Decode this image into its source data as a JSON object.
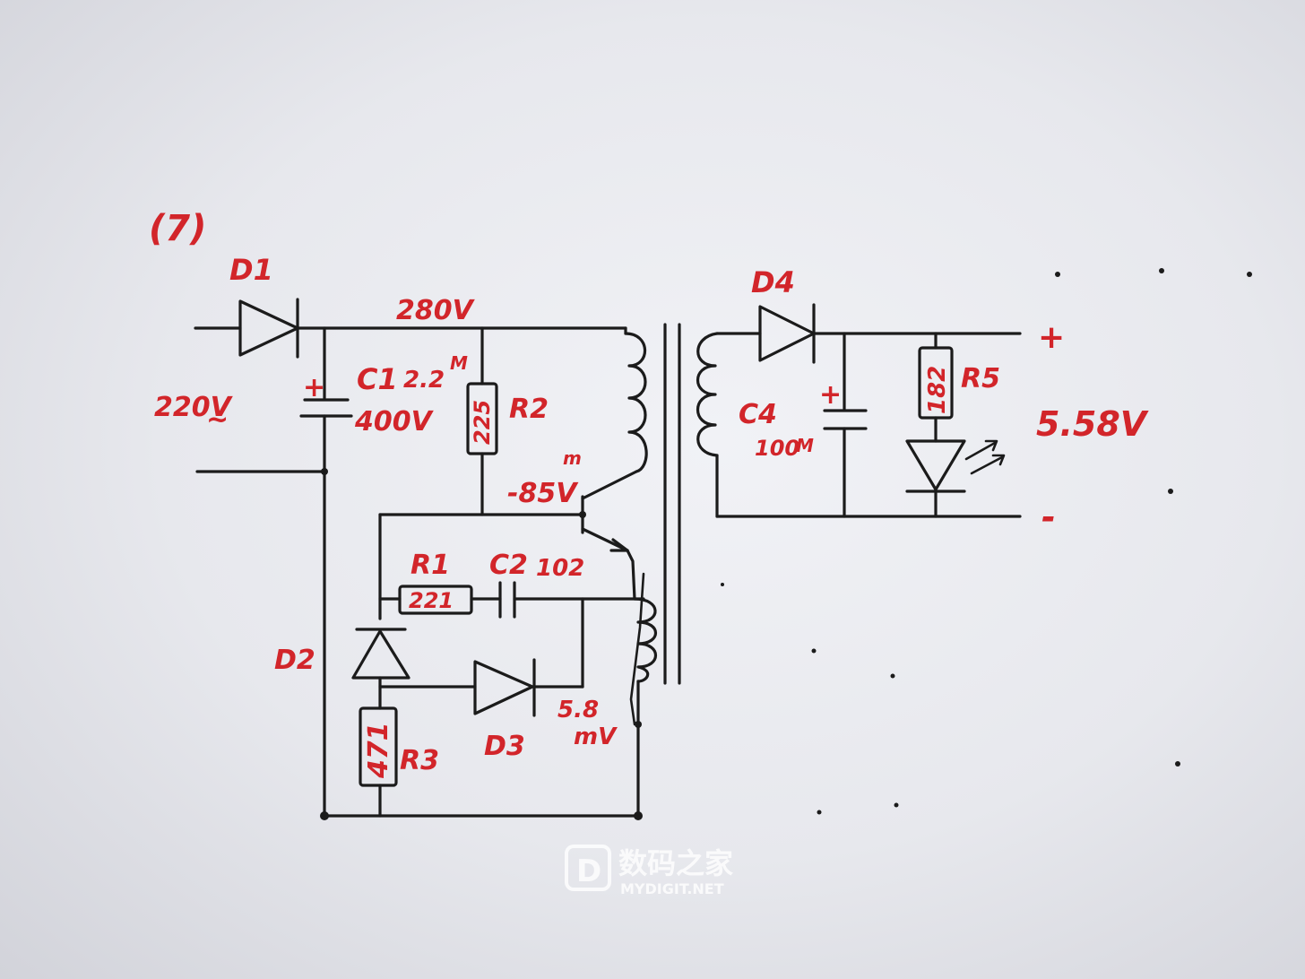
{
  "diagram": {
    "figure_number": "(7)",
    "input_voltage": "220V",
    "input_ac_symbol": "~",
    "labels": {
      "d1": "D1",
      "v280": "280V",
      "c1": "C1",
      "c1_value": "2.2",
      "c1_unit": "M",
      "c1_voltage": "400V",
      "r2": "R2",
      "r2_value": "225",
      "vm85": "-85V",
      "m_mark": "m",
      "r1": "R1",
      "r1_value": "221",
      "c2": "C2",
      "c2_value": "102",
      "d2": "D2",
      "d3": "D3",
      "r3": "R3",
      "r3_value": "471",
      "v58": "5.8",
      "v58_unit": "mV",
      "d4": "D4",
      "c4": "C4",
      "c4_value": "100",
      "c4_unit": "M",
      "r5": "R5",
      "r5_value": "182",
      "output_voltage": "5.58V",
      "plus": "+",
      "minus": "-",
      "cap_plus": "+"
    }
  },
  "watermark": {
    "text_cn": "数码之家",
    "text_en": "MYDIGIT.NET",
    "logo_letter": "D"
  },
  "colors": {
    "ink": "#1b1b1b",
    "annotation": "#d2252a",
    "paper": "#eceef2"
  }
}
